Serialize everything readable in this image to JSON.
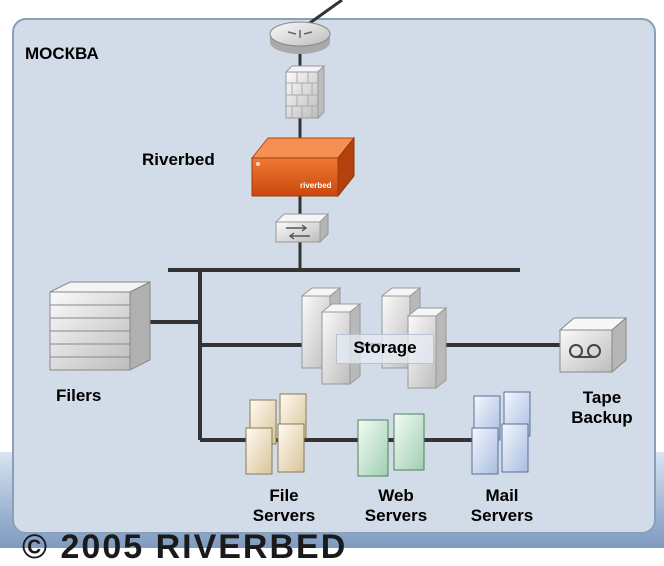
{
  "site_label": "МОСКВА",
  "nodes": {
    "riverbed": {
      "label": "Riverbed",
      "brand_text": "riverbed",
      "color": "#e0601e"
    },
    "filers": {
      "label": "Filers"
    },
    "storage": {
      "label": "Storage"
    },
    "tape_backup": {
      "label_line1": "Tape",
      "label_line2": "Backup"
    },
    "file_servers": {
      "label_line1": "File",
      "label_line2": "Servers"
    },
    "web_servers": {
      "label_line1": "Web",
      "label_line2": "Servers"
    },
    "mail_servers": {
      "label_line1": "Mail",
      "label_line2": "Servers"
    }
  },
  "watermark": "© 2005 RIVERBED",
  "icons": [
    "router-icon",
    "firewall-icon",
    "riverbed-appliance-icon",
    "switch-icon",
    "filer-stack-icon",
    "storage-array-icon",
    "tape-drive-icon",
    "file-server-icon",
    "web-server-icon",
    "mail-server-icon"
  ],
  "colors": {
    "background": "#d1dce8",
    "border": "#8aa0b8",
    "bus": "#333333",
    "riverbed": "#e0601e"
  }
}
